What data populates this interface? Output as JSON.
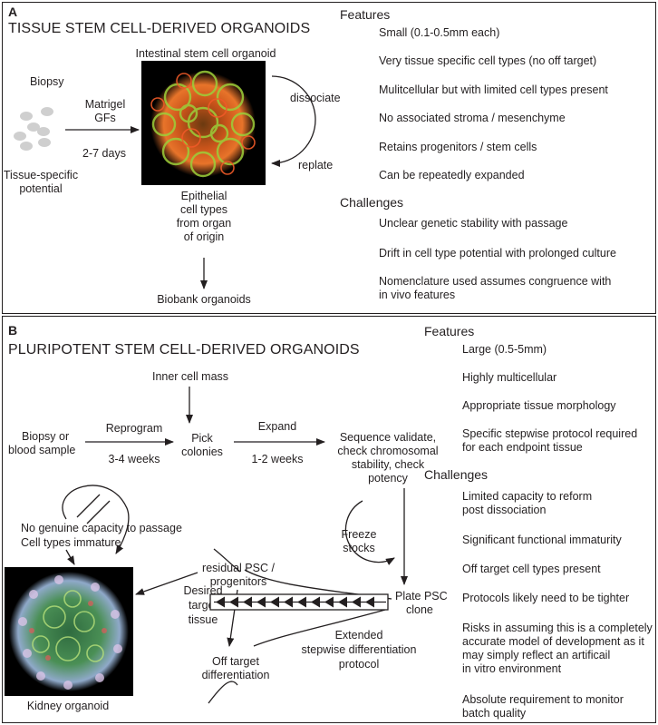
{
  "panel_a": {
    "letter": "A",
    "title": "TISSUE STEM CELL-DERIVED ORGANOIDS",
    "organoid_label": "Intestinal stem cell organoid",
    "biopsy": "Biopsy",
    "matrigel": "Matrigel",
    "gfs": "GFs",
    "days": "2-7 days",
    "potential_1": "Tissue-specific",
    "potential_2": "potential",
    "dissociate": "dissociate",
    "replate": "replate",
    "epithelial": [
      "Epithelial",
      "cell types",
      "from organ",
      "of origin"
    ],
    "biobank": "Biobank organoids",
    "features_heading": "Features",
    "features": [
      "Small (0.1-0.5mm each)",
      "Very tissue specific cell types (no off target)",
      "Mulitcellular but with limited cell types present",
      "No associated stroma / mesenchyme",
      "Retains progenitors / stem cells",
      "Can be repeatedly expanded"
    ],
    "challenges_heading": "Challenges",
    "challenges": [
      [
        "Unclear genetic stability with passage"
      ],
      [
        "Drift in cell type potential with prolonged culture"
      ],
      [
        "Nomenclature used assumes congruence with",
        "in vivo features"
      ]
    ]
  },
  "panel_b": {
    "letter": "B",
    "title": "PLURIPOTENT STEM CELL-DERIVED ORGANOIDS",
    "inner_cell_mass": "Inner cell mass",
    "biopsy_1": "Biopsy or",
    "biopsy_2": "blood sample",
    "reprogram": "Reprogram",
    "weeks_3_4": "3-4 weeks",
    "pick_1": "Pick",
    "pick_2": "colonies",
    "expand": "Expand",
    "weeks_1_2": "1-2 weeks",
    "sequence": [
      "Sequence validate,",
      "check chromosomal",
      "stability, check",
      "potency"
    ],
    "freeze_1": "Freeze",
    "freeze_2": "stocks",
    "no_capacity_1": "No genuine capacity to passage",
    "no_capacity_2": "Cell types immature",
    "residual_1": "residual PSC /",
    "residual_2": "progenitors",
    "desired": [
      "Desired",
      "target",
      "tissue"
    ],
    "plate_1": "Plate PSC",
    "plate_2": "clone",
    "extended": [
      "Extended",
      "stepwise differentiation",
      "protocol"
    ],
    "off_target_1": "Off target",
    "off_target_2": "differentiation",
    "kidney": "Kidney organoid",
    "features_heading": "Features",
    "features": [
      [
        "Large (0.5-5mm)"
      ],
      [
        "Highly multicellular"
      ],
      [
        "Appropriate tissue morphology"
      ],
      [
        "Specific stepwise protocol required",
        "for each endpoint tissue"
      ]
    ],
    "challenges_heading": "Challenges",
    "challenges": [
      [
        "Limited capacity to reform",
        "post dissociation"
      ],
      [
        "Significant functional immaturity"
      ],
      [
        "Off target cell types present"
      ],
      [
        "Protocols likely need to be tighter"
      ],
      [
        "Risks in assuming this is a completely",
        "accurate model of development as it",
        "may simply reflect an artificail",
        "in vitro environment"
      ],
      [
        "Absolute requirement to monitor",
        "batch quality"
      ]
    ]
  }
}
